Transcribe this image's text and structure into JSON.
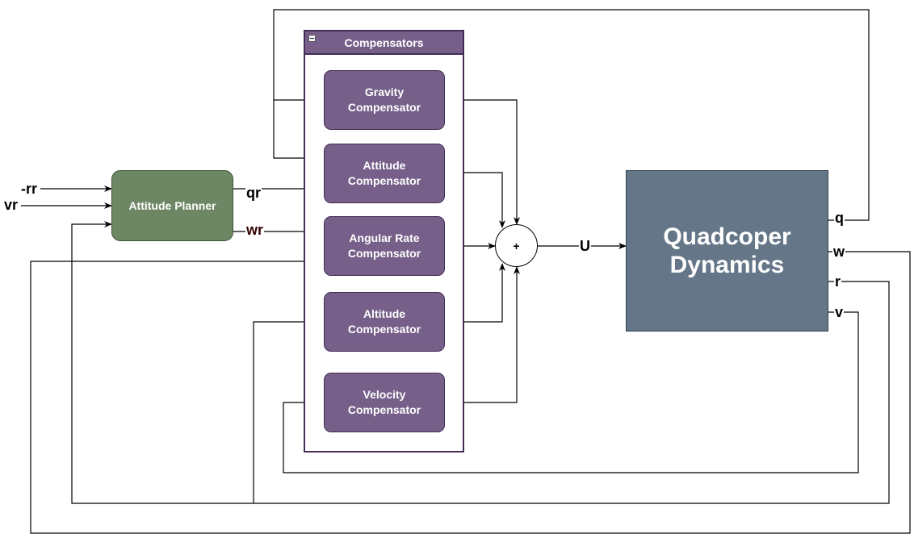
{
  "compensators_group": {
    "title": "Compensators"
  },
  "blocks": {
    "gravity": "Gravity\nCompensator",
    "attitude": "Attitude\nCompensator",
    "angular_rate": "Angular Rate\nCompensator",
    "altitude": "Altitude\nCompensator",
    "velocity": "Velocity\nCompensator",
    "planner": "Attitude Planner",
    "dynamics": "Quadcoper\nDynamics",
    "sum": "+"
  },
  "signals": {
    "rr": "-rr",
    "vr": "vr",
    "qr": "qr",
    "wr": "wr",
    "u": "U",
    "q": "q",
    "w": "w",
    "r": "r",
    "v": "v"
  },
  "colors": {
    "compensator_fill": "#76608a",
    "compensator_stroke": "#432d57",
    "planner_fill": "#6d8764",
    "dynamics_fill": "#647687"
  }
}
